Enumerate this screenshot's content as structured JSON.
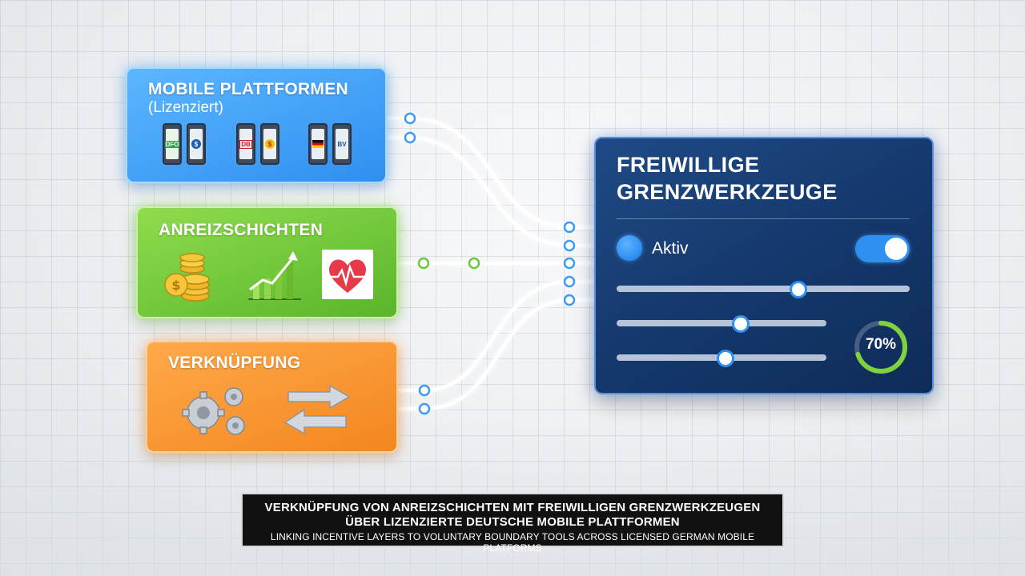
{
  "cards": {
    "mobile": {
      "title": "MOBILE PLATTFORMEN",
      "subtitle": "(Lizenziert)",
      "phone_labels": [
        "DFO",
        "$",
        "DB",
        "$",
        "",
        "BV"
      ]
    },
    "incentive": {
      "title": "ANREIZSCHICHTEN"
    },
    "link": {
      "title": "VERKNÜPFUNG"
    }
  },
  "panel": {
    "title_line1": "FREIWILLIGE",
    "title_line2": "GRENZWERKZEUGE",
    "aktiv_label": "Aktiv",
    "toggle_on": true,
    "sliders": [
      0.62,
      0.59,
      0.52
    ],
    "progress_label": "70%",
    "progress": 0.7
  },
  "caption": {
    "line1": "VERKNÜPFUNG VON ANREIZSCHICHTEN MIT FREIWILLIGEN GRENZWERKZEUGEN",
    "line2": "ÜBER LIZENZIERTE DEUTSCHE MOBILE PLATTFORMEN",
    "line3": "LINKING INCENTIVE LAYERS TO VOLUNTARY BOUNDARY TOOLS ACROSS LICENSED GERMAN MOBILE PLATFORMS"
  },
  "colors": {
    "mobile": "#3f9ff5",
    "incentive": "#6fc53a",
    "link": "#f5902b",
    "panel": "#163a70",
    "accent": "#2f90f2",
    "ring": "#7fd23c"
  }
}
